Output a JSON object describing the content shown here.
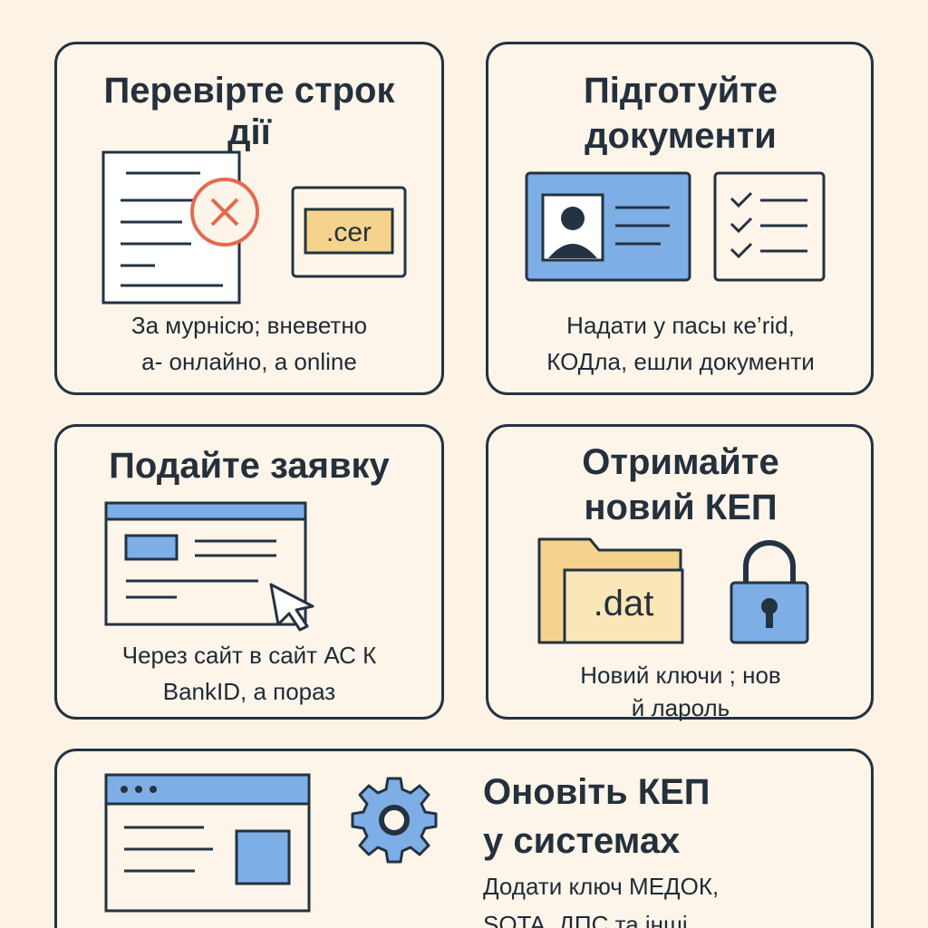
{
  "cards": [
    {
      "title": [
        "Перевірте строк",
        "дії"
      ],
      "file_label": ".cer",
      "desc": [
        "За мурнісю; вневетно",
        "а- онлайно, а online"
      ]
    },
    {
      "title": [
        "Підготуйте",
        "документи"
      ],
      "desc": [
        "Надати у пасы ке’rid,",
        "КОДла, ешли документи"
      ]
    },
    {
      "title": [
        "Подайте заявку"
      ],
      "desc": [
        "Через сайт в сайт АС К",
        "BankID, а пораз"
      ]
    },
    {
      "title": [
        "Отримайте",
        "новий КЕП"
      ],
      "file_label": ".dat",
      "desc": [
        "Новий ключи ; нов",
        "й лароль"
      ]
    },
    {
      "title": [
        "Оновіть КЕП",
        "у системах"
      ],
      "desc": [
        "Додати ключ МЕДОК,",
        "SOTA, ДПС та інші"
      ]
    }
  ],
  "icons": {
    "card1": [
      "document-icon",
      "error-x-icon",
      "cer-file-icon"
    ],
    "card2": [
      "id-card-icon",
      "checklist-icon"
    ],
    "card3": [
      "web-form-icon",
      "cursor-icon"
    ],
    "card4": [
      "folder-icon",
      "lock-icon"
    ],
    "card5": [
      "browser-window-icon",
      "gear-icon"
    ]
  },
  "colors": {
    "background": "#fcf3e6",
    "outline": "#243342",
    "accent_blue": "#7eaee6",
    "accent_yellow": "#f6d38c",
    "error_red": "#e46a4f"
  }
}
